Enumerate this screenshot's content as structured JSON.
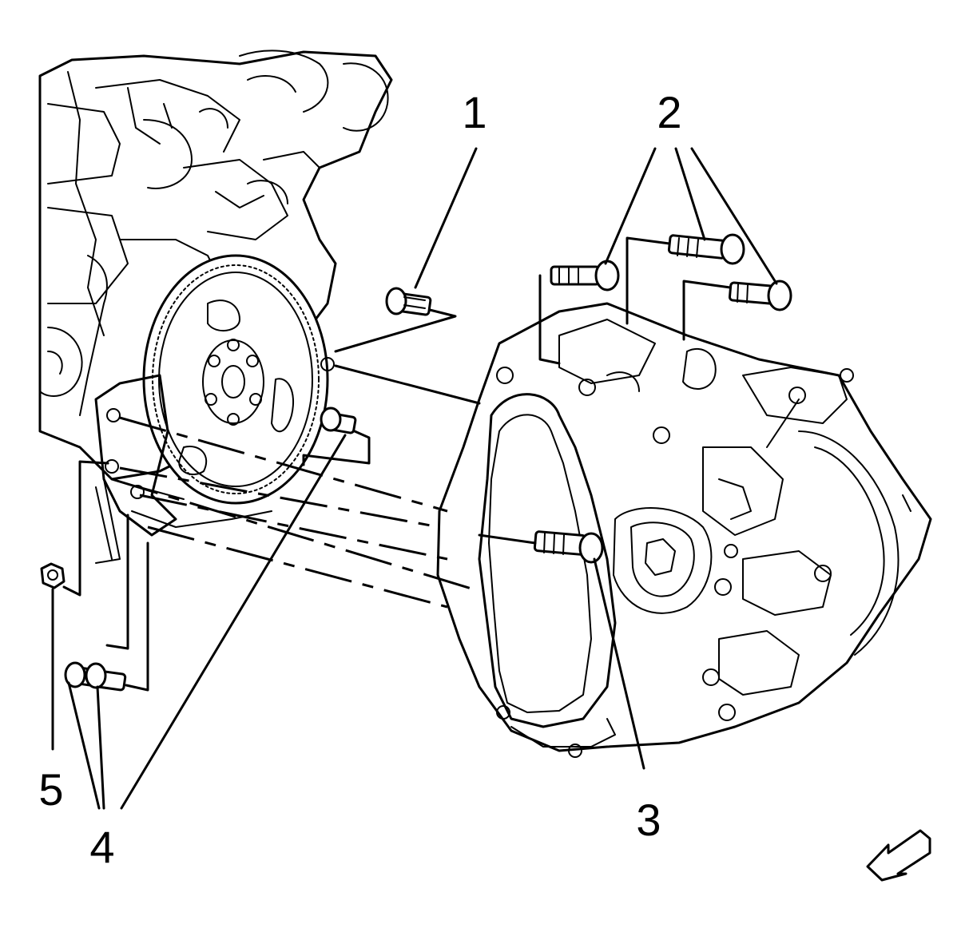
{
  "callouts": {
    "c1": "1",
    "c2": "2",
    "c3": "3",
    "c4": "4",
    "c5": "5"
  },
  "colors": {
    "ink": "#000000",
    "paper": "#ffffff"
  },
  "icons": {
    "view_direction": "view-direction-arrow-icon"
  }
}
